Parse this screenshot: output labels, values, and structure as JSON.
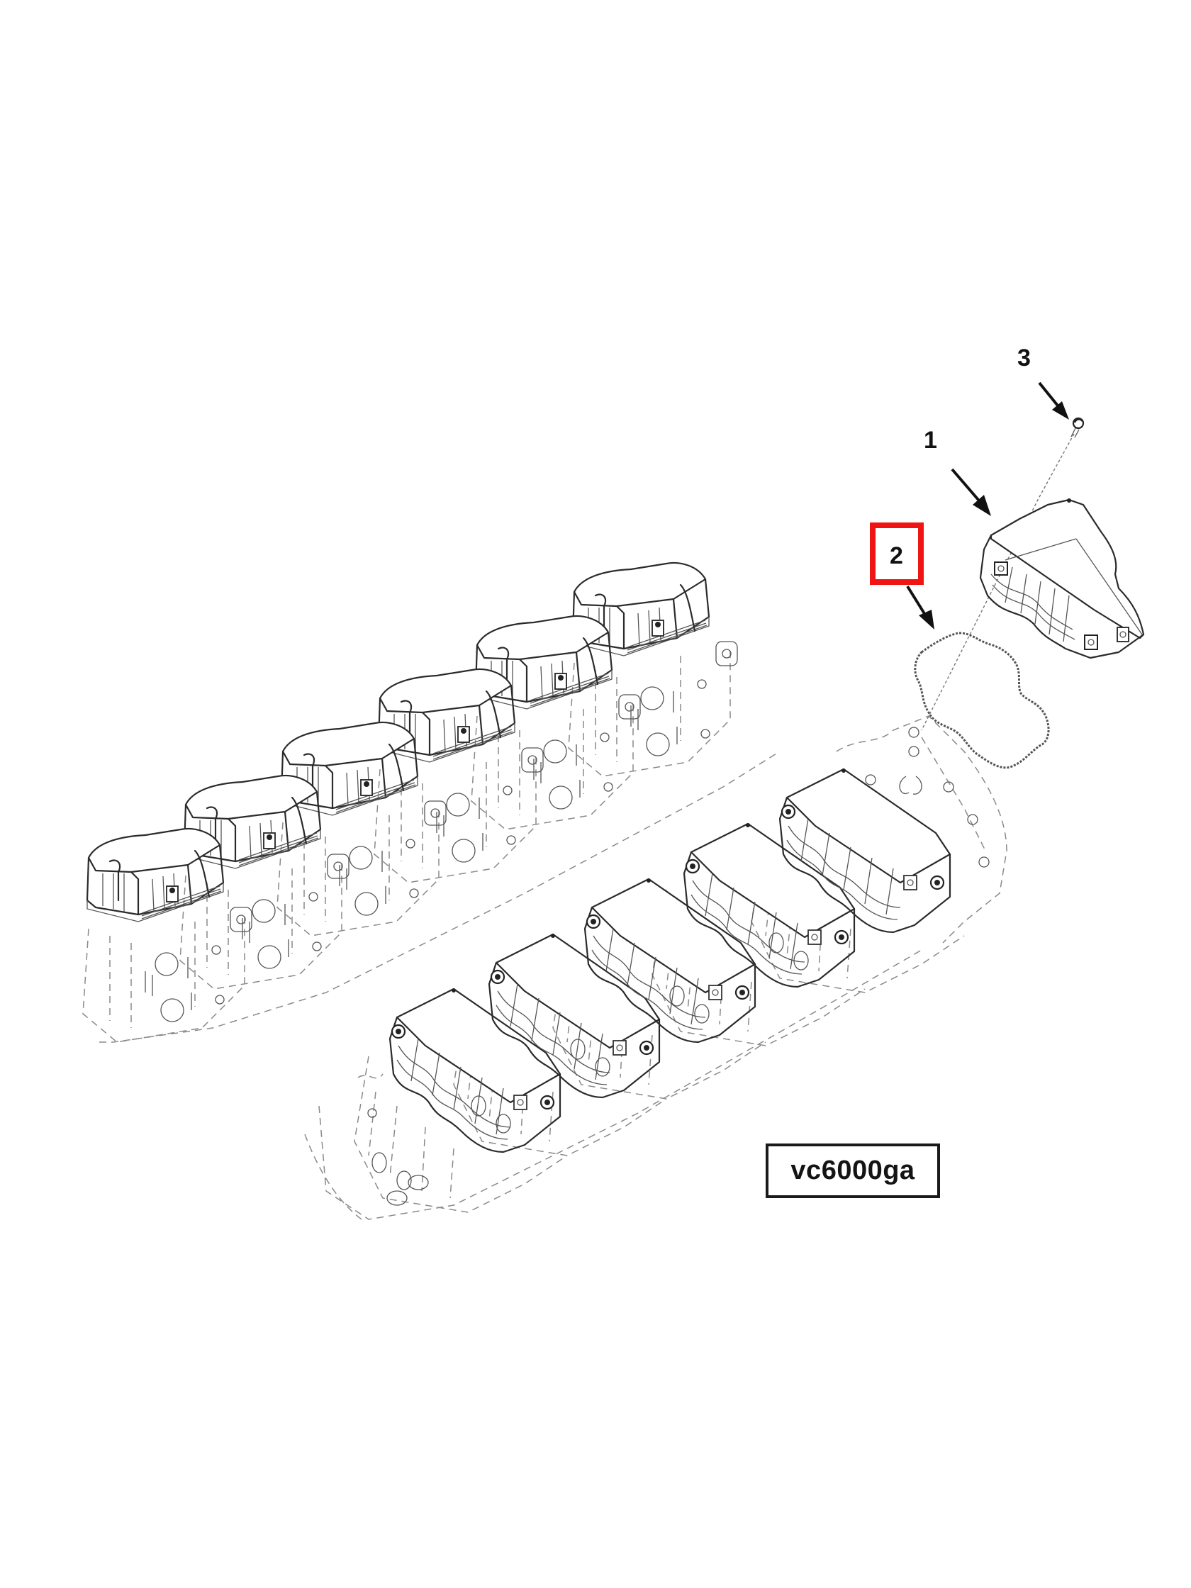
{
  "diagram": {
    "type": "exploded-parts-view",
    "subject": "Engine valve (rocker) cover assembly, V-configuration, two banks",
    "figure_id": "vc6000ga",
    "background": "#ffffff",
    "line_color": "#2b2b2b",
    "highlight_color": "#f01414",
    "callouts": [
      {
        "number": "1",
        "part": "valve cover",
        "highlighted": false
      },
      {
        "number": "2",
        "part": "gasket",
        "highlighted": true
      },
      {
        "number": "3",
        "part": "bolt",
        "highlighted": false
      }
    ],
    "banks": [
      {
        "name": "upper-left bank",
        "covers": 6
      },
      {
        "name": "lower-right bank",
        "covers": 5
      }
    ]
  },
  "labels": {
    "callout_1": "1",
    "callout_2": "2",
    "callout_3": "3",
    "figure_id": "vc6000ga"
  }
}
